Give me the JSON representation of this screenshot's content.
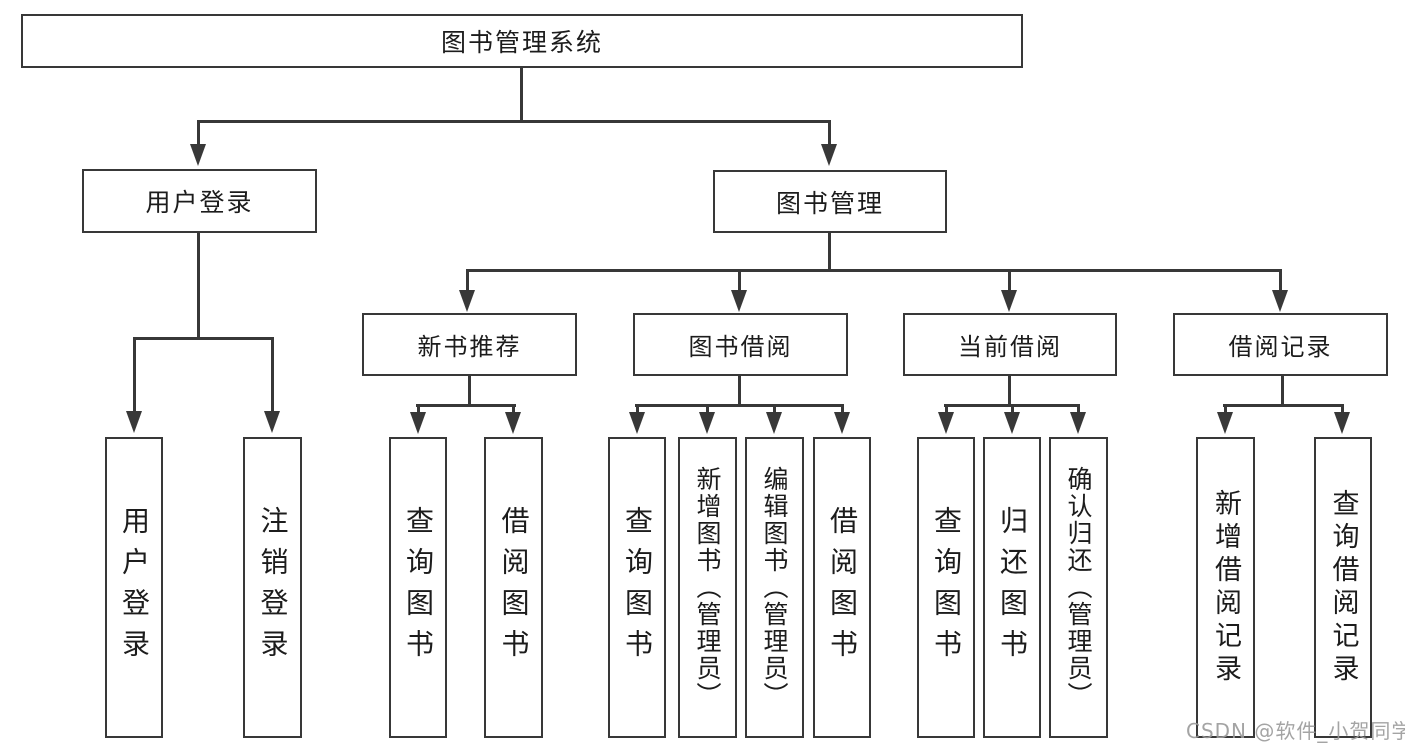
{
  "diagram": {
    "type": "hierarchy",
    "title": "图书管理系统"
  },
  "tree": {
    "root": "图书管理系统",
    "branches": [
      {
        "label": "用户登录",
        "children": [
          "用户登录",
          "注销登录"
        ]
      },
      {
        "label": "图书管理",
        "groups": [
          {
            "label": "新书推荐",
            "children": [
              "查询图书",
              "借阅图书"
            ]
          },
          {
            "label": "图书借阅",
            "children": [
              "查询图书",
              "新增图书（管理员）",
              "编辑图书（管理员）",
              "借阅图书"
            ]
          },
          {
            "label": "当前借阅",
            "children": [
              "查询图书",
              "归还图书",
              "确认归还（管理员）"
            ]
          },
          {
            "label": "借阅记录",
            "children": [
              "新增借阅记录",
              "查询借阅记录"
            ]
          }
        ]
      }
    ]
  },
  "watermark": "CSDN @软件_小贺同学",
  "colors": {
    "line": "#383838",
    "box_border": "#383838",
    "text": "#1c1c1c",
    "watermark": "#9a9a9a",
    "background": "#ffffff"
  }
}
